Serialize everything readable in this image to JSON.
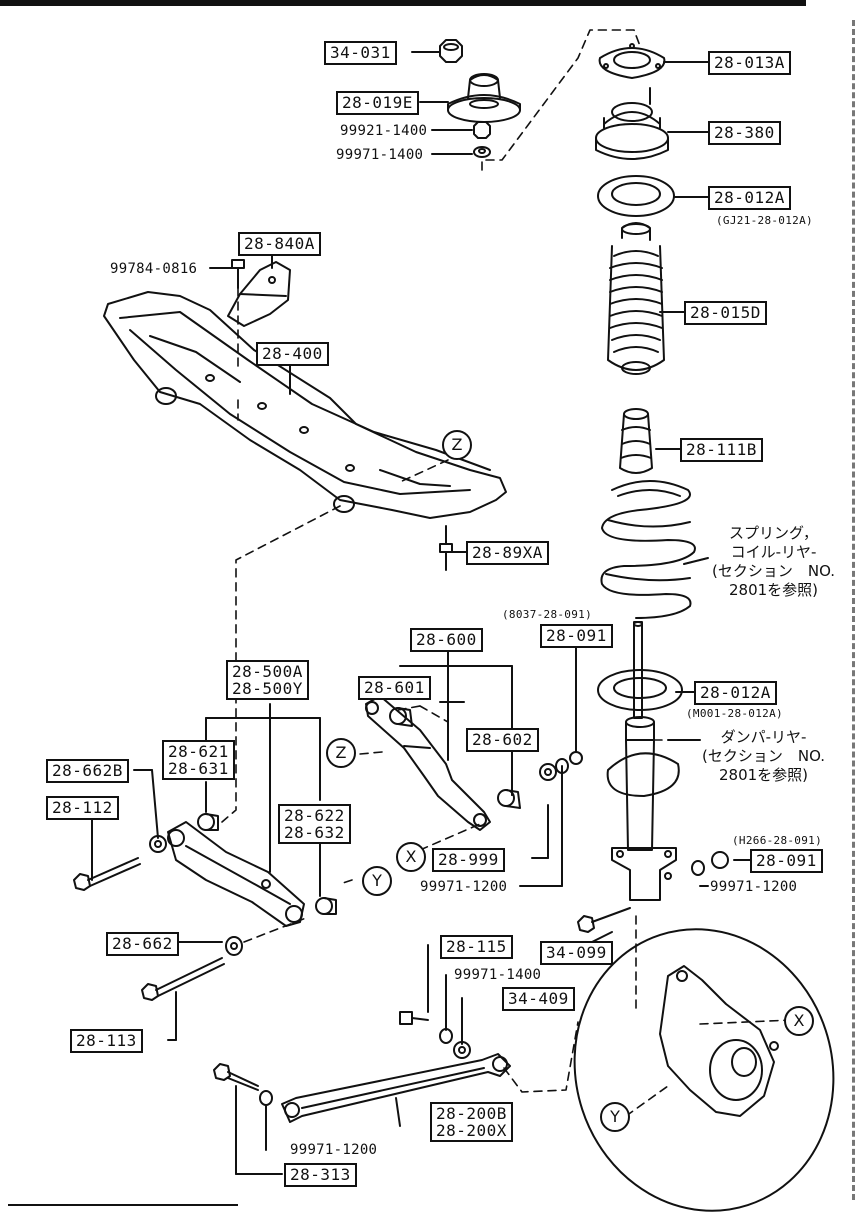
{
  "parts": {
    "p34_031": "34-031",
    "p28_019E": "28-019E",
    "p99921_1400": "99921-1400",
    "p99971_1400_top": "99971-1400",
    "p28_013A": "28-013A",
    "p28_380": "28-380",
    "p28_012A_top": "28-012A",
    "p28_012A_top_sub": "(GJ21-28-012A)",
    "p28_840A": "28-840A",
    "p99784_0816": "99784-0816",
    "p28_015D": "28-015D",
    "p28_400": "28-400",
    "p28_111B": "28-111B",
    "p28_89XA": "28-89XA",
    "p28_091_sub": "(8037-28-091)",
    "p28_091_mid": "28-091",
    "p28_600": "28-600",
    "p28_500A": "28-500A",
    "p28_500Y": "28-500Y",
    "p28_601": "28-601",
    "p28_602": "28-602",
    "p28_012A_low": "28-012A",
    "p28_012A_low_sub": "(M001-28-012A)",
    "p28_662B": "28-662B",
    "p28_621": "28-621",
    "p28_631": "28-631",
    "p28_112": "28-112",
    "p28_622": "28-622",
    "p28_632": "28-632",
    "p28_999": "28-999",
    "p99971_1200_mid": "99971-1200",
    "p28_091_right_sub": "(H266-28-091)",
    "p28_091_right": "28-091",
    "p99971_1200_right": "99971-1200",
    "p28_662": "28-662",
    "p34_099": "34-099",
    "p28_115": "28-115",
    "p99971_1400_low": "99971-1400",
    "p34_409": "34-409",
    "p28_113": "28-113",
    "p28_200B": "28-200B",
    "p28_200X": "28-200X",
    "p99971_1200_low": "99971-1200",
    "p28_313": "28-313"
  },
  "notes": {
    "spring_1": "スプリング，",
    "spring_2": "コイル-リヤ-",
    "spring_3": "(セクション　NO.",
    "spring_4": "2801を参照)",
    "damper_1": "ダンパ-リヤ-",
    "damper_2": "(セクション　NO.",
    "damper_3": "2801を参照)"
  },
  "refs": {
    "z": "Z",
    "x": "X",
    "y": "Y"
  }
}
